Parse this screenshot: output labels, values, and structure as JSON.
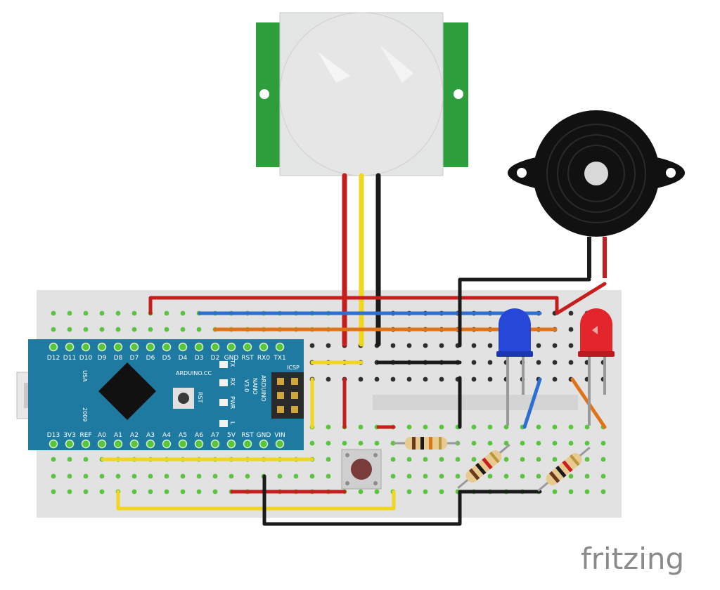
{
  "colors": {
    "breadboard": "#e2e2e2",
    "hole": "#2f2f2f",
    "hole_active": "#58c63a",
    "arduino_board": "#1e7aa0",
    "pir_green": "#2e9e3c",
    "dome": "#e6e6e6",
    "wire_red": "#c61d1d",
    "wire_yellow": "#f0d61c",
    "wire_black": "#1a1a1a",
    "wire_blue": "#2d6fd0",
    "wire_orange": "#e07217",
    "led_blue": "#2647d8",
    "led_red": "#e3262b",
    "buzzer": "#111111",
    "button_cap": "#7a3b3b"
  },
  "arduino": {
    "model_line1": "ARDUINO",
    "model_line2": "NANO",
    "model_line3": "V3.0",
    "brand": "ARDUINO.CC",
    "country": "USA",
    "year": "2009",
    "icsp": "ICSP",
    "rst_button": "RST",
    "led_tx": "TX",
    "led_rx": "RX",
    "led_pwr": "PWR",
    "led_l": "L",
    "top_pins": [
      "D12",
      "D11",
      "D10",
      "D9",
      "D8",
      "D7",
      "D6",
      "D5",
      "D4",
      "D3",
      "D2",
      "GND",
      "RST",
      "RX0",
      "TX1"
    ],
    "bottom_pins": [
      "D13",
      "3V3",
      "REF",
      "A0",
      "A1",
      "A2",
      "A3",
      "A4",
      "A5",
      "A6",
      "A7",
      "5V",
      "RST",
      "GND",
      "VIN"
    ]
  },
  "logo": {
    "text": "fritzing"
  }
}
